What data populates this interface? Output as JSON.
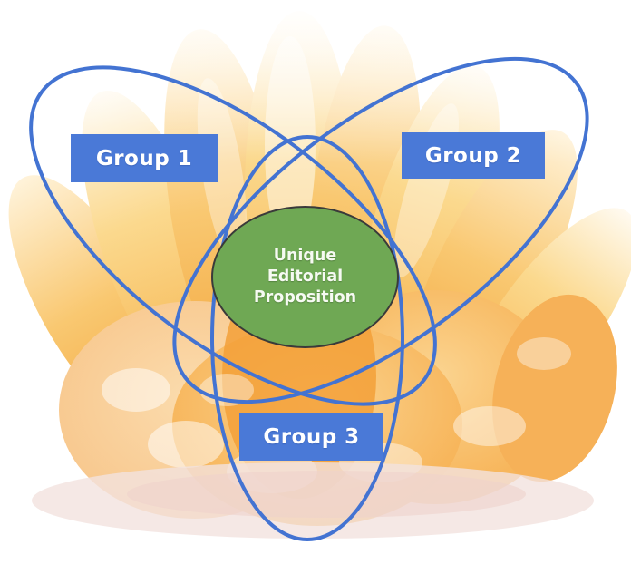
{
  "diagram": {
    "groups": [
      {
        "label": "Group 1"
      },
      {
        "label": "Group 2"
      },
      {
        "label": "Group 3"
      }
    ],
    "center": {
      "label": "Unique Editorial Proposition",
      "line1": "Unique",
      "line2": "Editorial",
      "line3": "Proposition"
    },
    "colors": {
      "label_background": "#4a79d7",
      "label_text": "#ffffff",
      "venn_stroke": "#4373d2",
      "center_fill": "#6fa854",
      "center_stroke": "#3a3a3a",
      "tangerine_orange": "#f6b04a",
      "tangerine_pale": "#fbd98e",
      "floor_shadow_pink": "#f0dcd8"
    }
  }
}
